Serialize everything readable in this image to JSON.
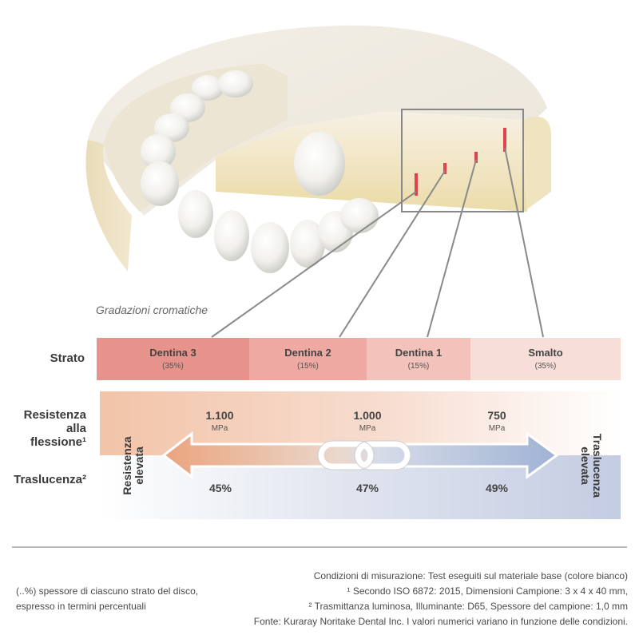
{
  "caption": "Gradazioni cromatiche",
  "row_labels": {
    "strato": "Strato",
    "resistenza_line1": "Resistenza",
    "resistenza_line2": "alla flessione¹",
    "traslucenza": "Traslucenza²"
  },
  "layers": [
    {
      "name": "Dentina 3",
      "percent": "(35%)",
      "color": "#e8928c"
    },
    {
      "name": "Dentina 2",
      "percent": "(15%)",
      "color": "#eeaaa2"
    },
    {
      "name": "Dentina 1",
      "percent": "(15%)",
      "color": "#f3c2bb"
    },
    {
      "name": "Smalto",
      "percent": "(35%)",
      "color": "#f8ded8"
    }
  ],
  "flexural_strength": [
    {
      "value": "1.100",
      "unit": "MPa"
    },
    {
      "value": "1.000",
      "unit": "MPa"
    },
    {
      "value": "750",
      "unit": "MPa"
    }
  ],
  "translucency": [
    "45%",
    "47%",
    "49%"
  ],
  "arrow_left_label": {
    "line1": "Resistenza",
    "line2": "elevata"
  },
  "arrow_right_label": {
    "line1": "Traslucenza",
    "line2": "elevata"
  },
  "footnote_left": {
    "line1": "(..%) spessore di ciascuno strato del disco,",
    "line2": "espresso in termini percentuali"
  },
  "footnote_right": {
    "line1": "Condizioni di misurazione: Test eseguiti sul materiale base (colore bianco)",
    "line2": "¹ Secondo ISO 6872: 2015, Dimensioni Campione: 3 x 4 x 40 mm,",
    "line3": "² Trasmittanza luminosa, Illuminante: D65, Spessore del campione: 1,0 mm",
    "line4": "Fonte: Kuraray Noritake Dental Inc. I valori numerici variano in funzione delle condizioni."
  },
  "colors": {
    "warm_band": "#f2c4a8",
    "cool_band": "#c9d1e6",
    "marker": "#e0434f",
    "arrow_warm": "#eba47e",
    "arrow_cool": "#9fb3d4"
  }
}
